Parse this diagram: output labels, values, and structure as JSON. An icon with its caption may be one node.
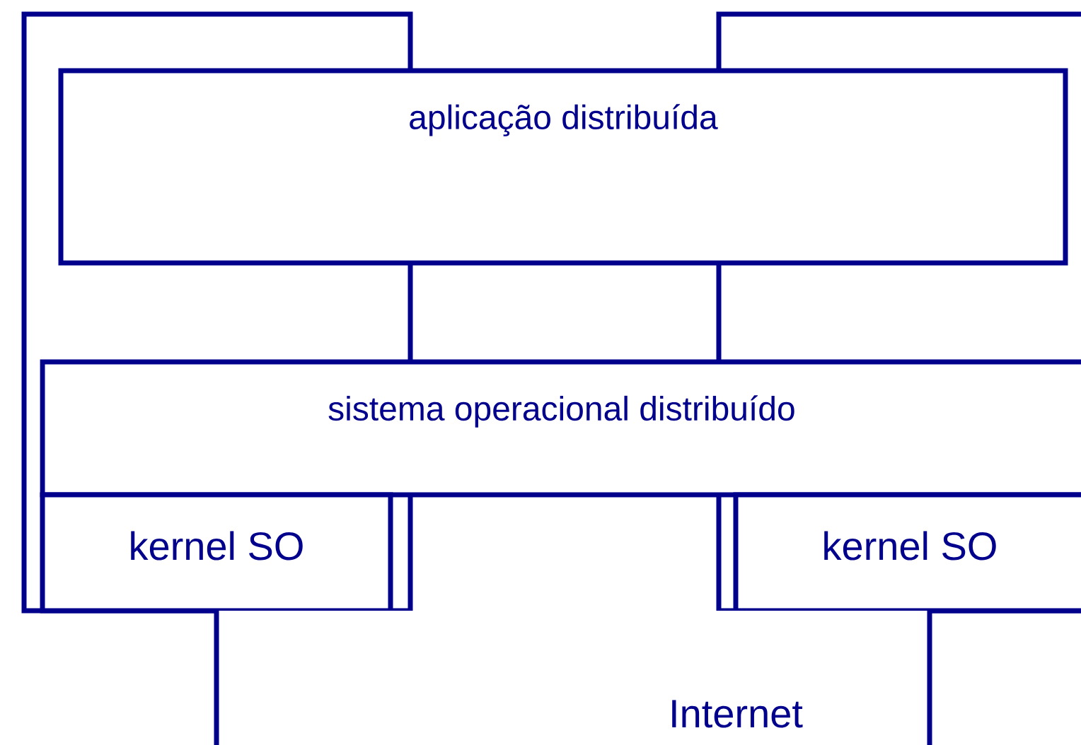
{
  "diagram": {
    "nodes": [
      {
        "text": [
          "aplicação distribuída"
        ]
      },
      {
        "text": [
          "sistema operacional distribuído"
        ]
      },
      {
        "text": [
          "kernel SO"
        ]
      },
      {
        "text": [
          "kernel SO"
        ]
      },
      {
        "text": [
          "Internet"
        ]
      }
    ]
  }
}
